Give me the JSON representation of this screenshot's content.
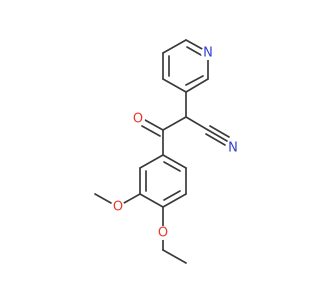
{
  "molecule": {
    "colors": {
      "bond": "#3a3a3a",
      "oxygen": "#e8382d",
      "nitrogen": "#2f3fd6"
    },
    "atoms": [
      {
        "id": "py_n",
        "label": "N",
        "element": "N"
      },
      {
        "id": "nitrile_n",
        "label": "N",
        "element": "N"
      },
      {
        "id": "carbonyl_o",
        "label": "O",
        "element": "O"
      },
      {
        "id": "methoxy_o_3",
        "label": "O",
        "element": "O"
      },
      {
        "id": "methoxy_o_4",
        "label": "O",
        "element": "O"
      }
    ]
  }
}
